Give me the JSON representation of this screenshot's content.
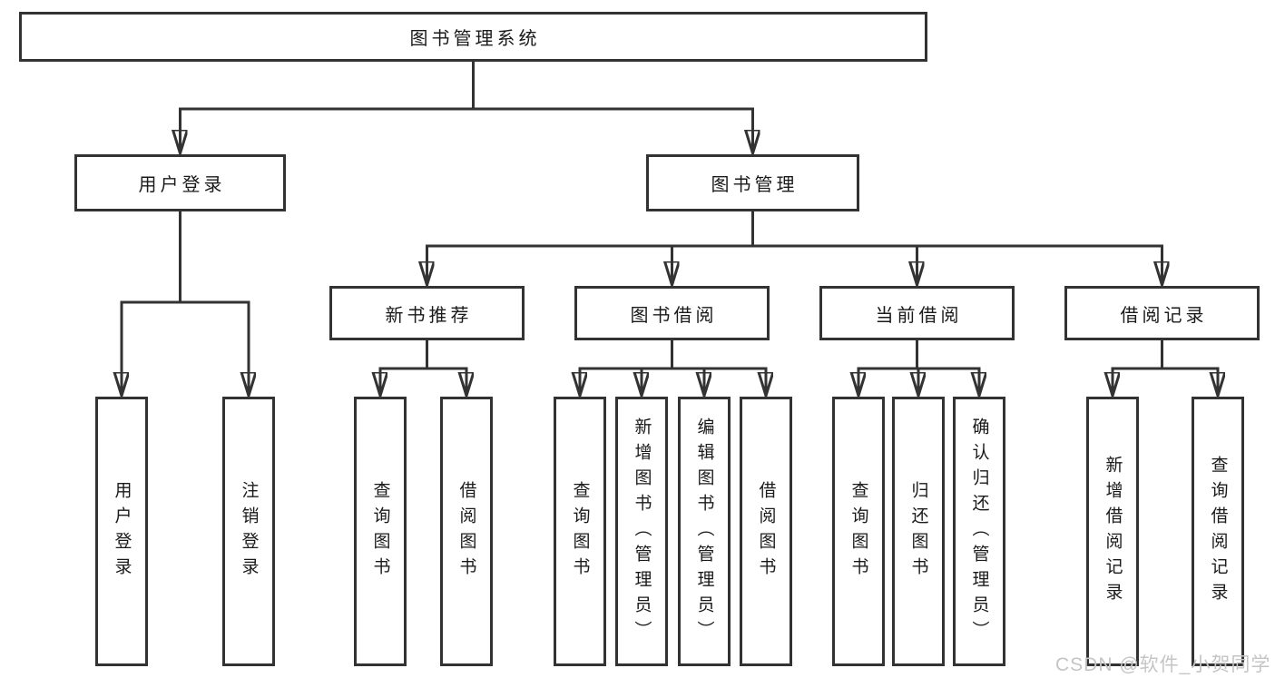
{
  "diagram": {
    "root": {
      "label": "图书管理系统"
    },
    "branches": [
      {
        "label": "用户登录",
        "children": [
          {
            "label": "用户登录"
          },
          {
            "label": "注销登录"
          }
        ]
      },
      {
        "label": "图书管理",
        "children": [
          {
            "label": "新书推荐",
            "children": [
              {
                "label": "查询图书"
              },
              {
                "label": "借阅图书"
              }
            ]
          },
          {
            "label": "图书借阅",
            "children": [
              {
                "label": "查询图书"
              },
              {
                "label": "新增图书（管理员）"
              },
              {
                "label": "编辑图书（管理员）"
              },
              {
                "label": "借阅图书"
              }
            ]
          },
          {
            "label": "当前借阅",
            "children": [
              {
                "label": "查询图书"
              },
              {
                "label": "归还图书"
              },
              {
                "label": "确认归还（管理员）"
              }
            ]
          },
          {
            "label": "借阅记录",
            "children": [
              {
                "label": "新增借阅记录"
              },
              {
                "label": "查询借阅记录"
              }
            ]
          }
        ]
      }
    ]
  },
  "watermark": {
    "text": "CSDN @软件_小贺同学",
    "color": "#c5c5c5"
  },
  "colors": {
    "line": "#333333",
    "box_border": "#333333",
    "text": "#1a1a1a",
    "background": "#ffffff"
  }
}
